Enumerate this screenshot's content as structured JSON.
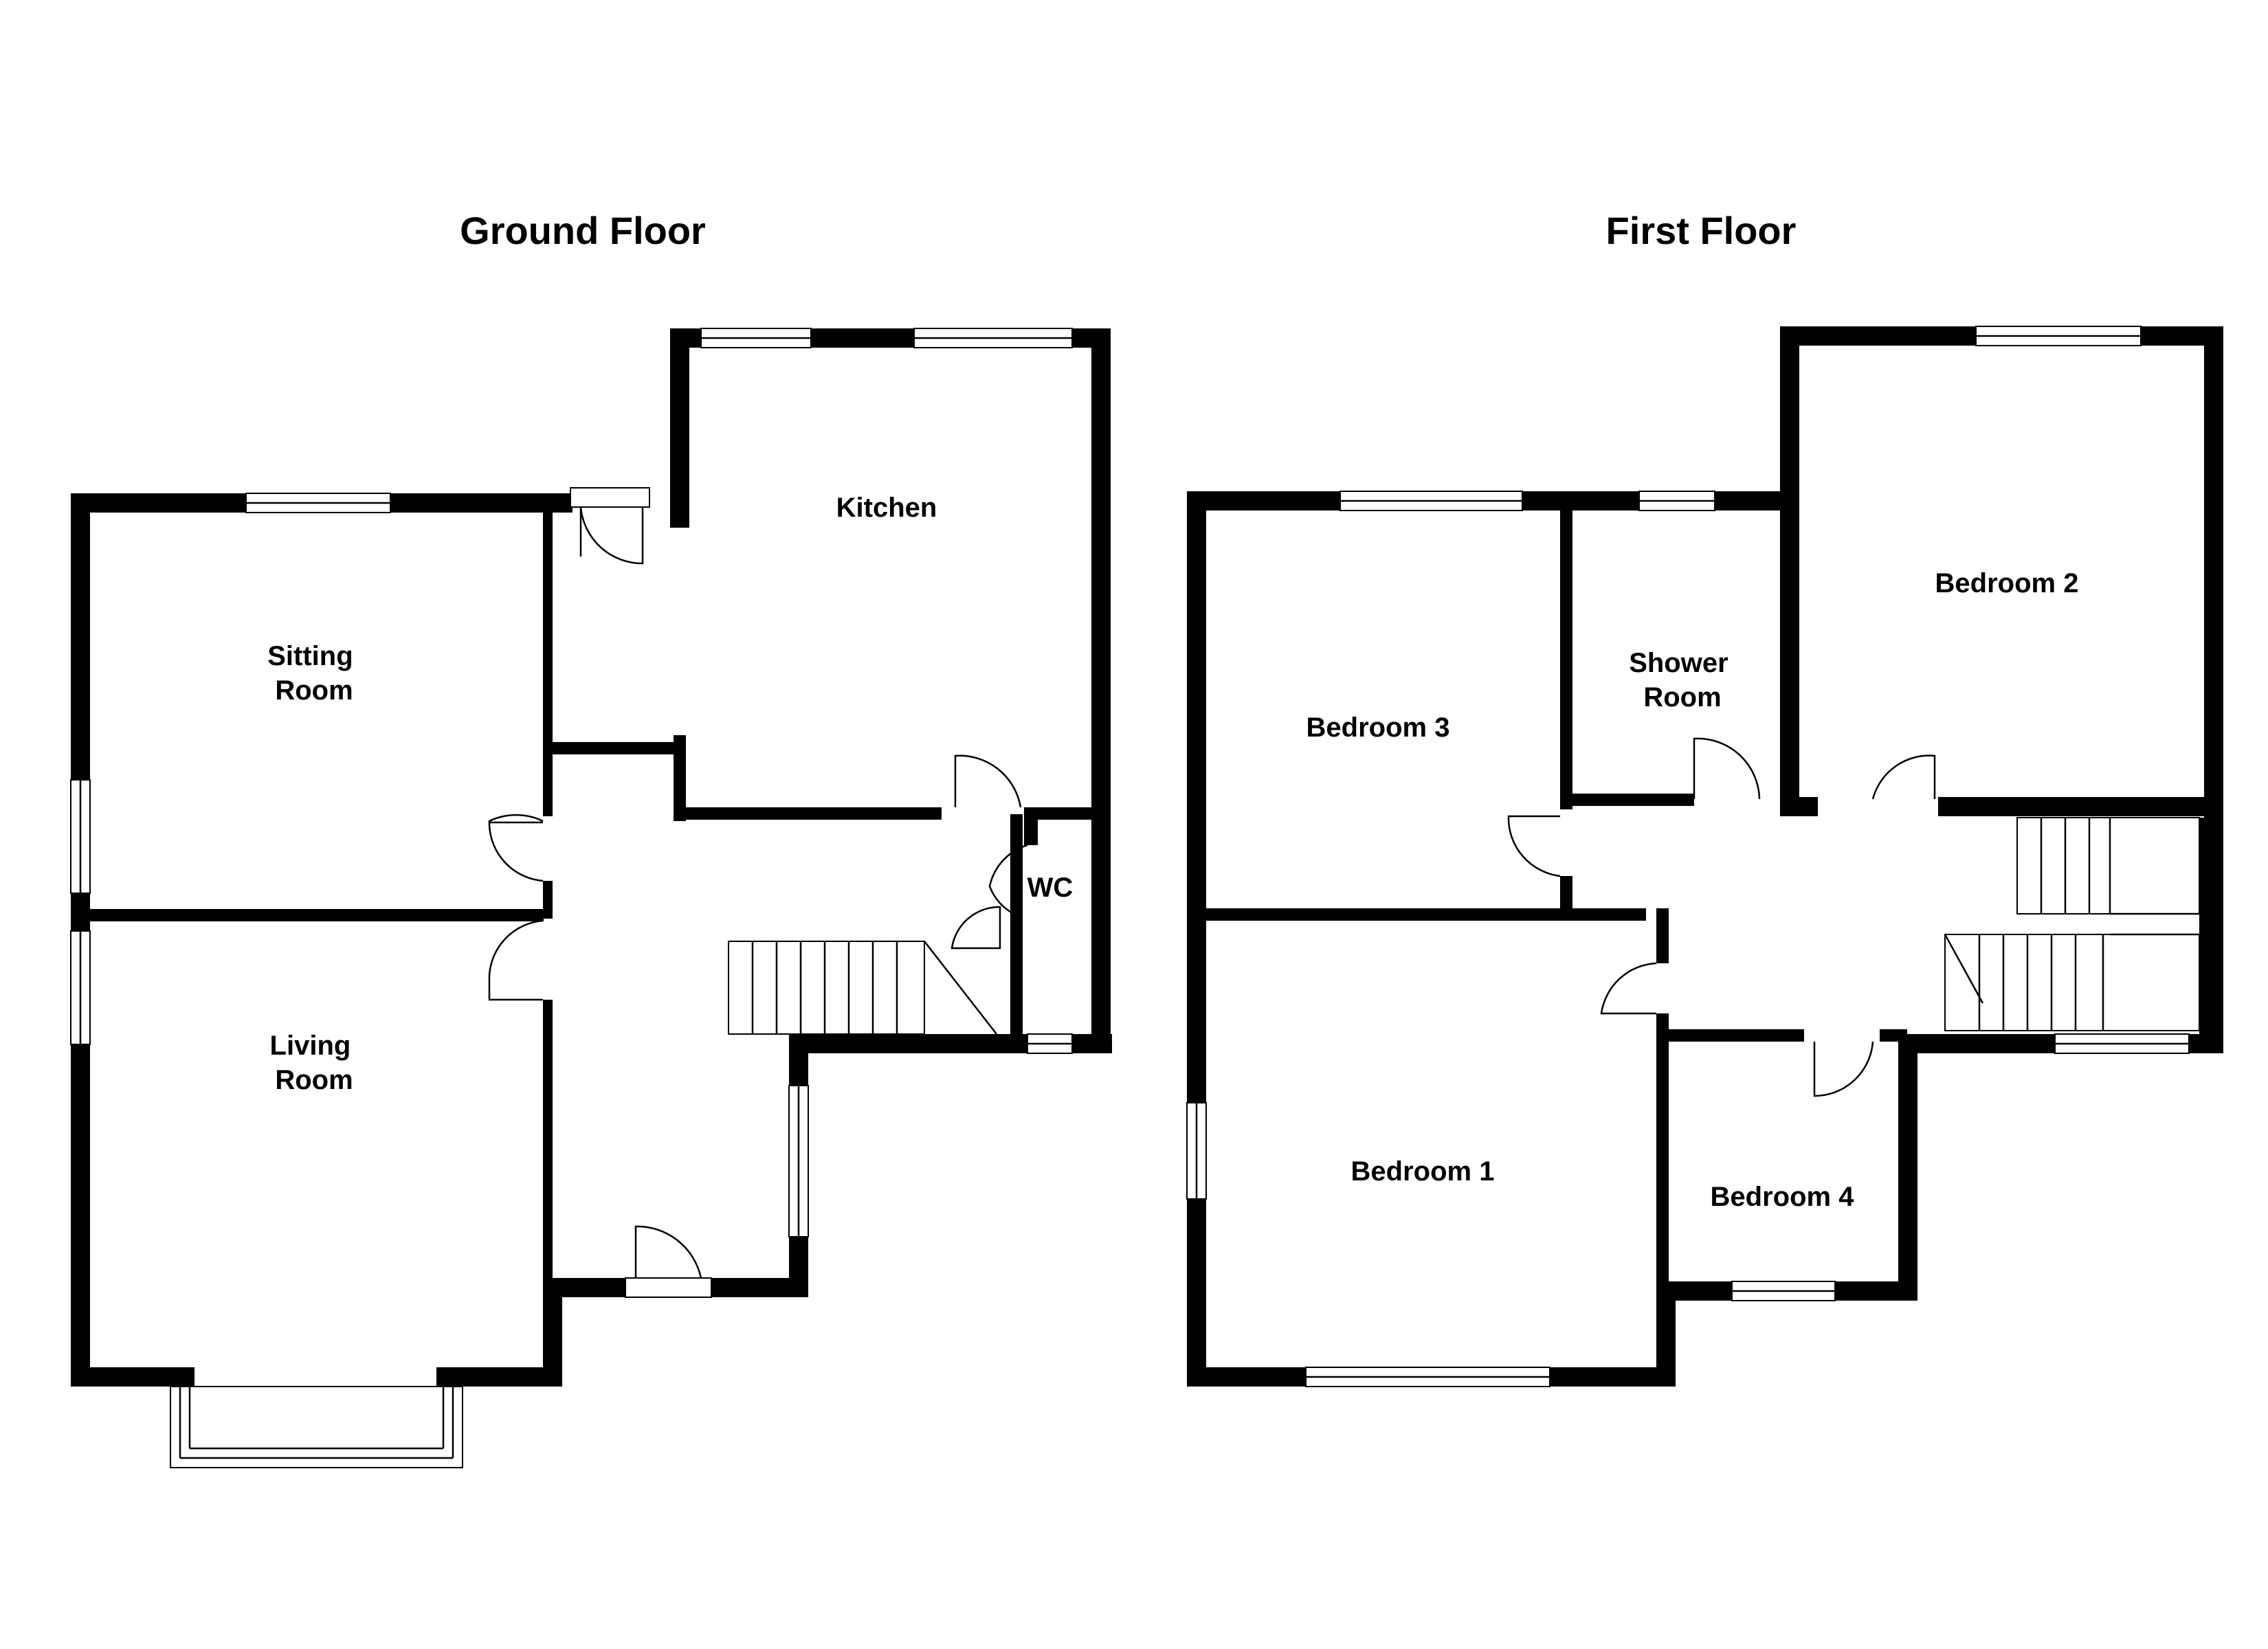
{
  "floors": [
    {
      "title": "Ground Floor",
      "rooms": [
        {
          "id": "kitchen",
          "label": "Kitchen"
        },
        {
          "id": "sitting-room",
          "label": "Sitting\nRoom"
        },
        {
          "id": "living-room",
          "label": "Living\nRoom"
        },
        {
          "id": "wc",
          "label": "WC"
        }
      ]
    },
    {
      "title": "First Floor",
      "rooms": [
        {
          "id": "bedroom-3",
          "label": "Bedroom 3"
        },
        {
          "id": "shower-room",
          "label": "Shower\nRoom"
        },
        {
          "id": "bedroom-2",
          "label": "Bedroom 2"
        },
        {
          "id": "bedroom-1",
          "label": "Bedroom 1"
        },
        {
          "id": "bedroom-4",
          "label": "Bedroom 4"
        }
      ]
    }
  ]
}
